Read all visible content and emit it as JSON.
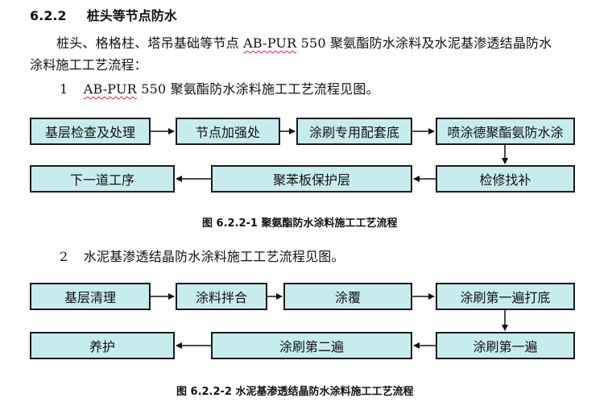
{
  "section": {
    "number": "6.2.2",
    "title": "桩头等节点防水"
  },
  "intro": {
    "pre": "桩头、格格柱、塔吊基础等节点 ",
    "product": "AB-PUR",
    "post": " 550 聚氨酯防水涂料及水泥基渗透结晶防水",
    "line2": "涂料施工工艺流程："
  },
  "item1": {
    "num": "1",
    "product": "AB-PUR",
    "rest": " 550 聚氨酯防水涂料施工工艺流程见图。"
  },
  "flow1": {
    "row1": [
      "基层检查及处理",
      "节点加强处",
      "涂刷专用配套底",
      "喷涂德聚酯氨防水涂"
    ],
    "row2": [
      "下一道工序",
      "聚苯板保护层",
      "检修找补"
    ],
    "caption": "图 6.2.2-1 聚氨酯防水涂料施工工艺流程"
  },
  "item2": {
    "num": "2",
    "text": "水泥基渗透结晶防水涂料施工工艺流程见图。"
  },
  "flow2": {
    "row1": [
      "基层清理",
      "涂料拌合",
      "涂覆",
      "涂刷第一遍打底"
    ],
    "row2": [
      "养护",
      "涂刷第二遍",
      "涂刷第一遍"
    ],
    "caption": "图 6.2.2-2 水泥基渗透结晶防水涂料施工工艺流程"
  },
  "colors": {
    "box_fill": "#c7ecee",
    "box_border": "#1a1a1a",
    "spellcheck": "#dd2222"
  }
}
